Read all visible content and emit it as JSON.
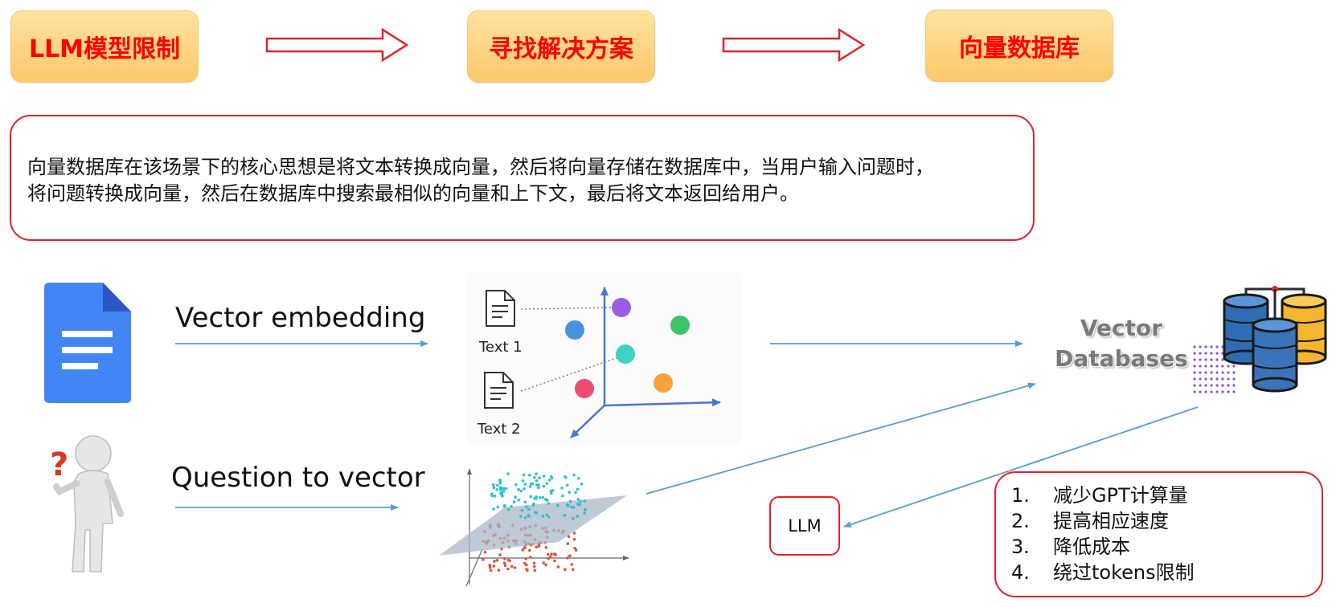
{
  "header": {
    "steps": [
      "LLM模型限制",
      "寻找解决方案",
      "向量数据库"
    ]
  },
  "description": {
    "line1": "向量数据库在该场景下的核心思想是将文本转换成向量，然后将向量存储在数据库中，当用户输入问题时，",
    "line2": "将问题转换成向量，然后在数据库中搜索最相似的向量和上下文，最后将文本返回给用户。"
  },
  "flow": {
    "vector_embedding_label": "Vector embedding",
    "question_to_vector_label": "Question to vector",
    "text1_label": "Text 1",
    "text2_label": "Text 2",
    "vector_db_line1": "Vector",
    "vector_db_line2": "Databases",
    "llm_label": "LLM"
  },
  "benefits": [
    {
      "num": "1.",
      "text": "减少GPT计算量"
    },
    {
      "num": "2.",
      "text": "提高相应速度"
    },
    {
      "num": "3.",
      "text": "降低成本"
    },
    {
      "num": "4.",
      "text": "绕过tokens限制"
    }
  ],
  "colors": {
    "accent_red": "#e8202a",
    "pill_fill": "#fcc86a",
    "connector_blue": "#5b9bd5",
    "doc_blue": "#4285f4",
    "axis_blue": "#4a72d9",
    "dot_purple": "#9b5de5",
    "dot_blue": "#4a90e2",
    "dot_green": "#3cc46a",
    "dot_teal": "#3fd2c7",
    "dot_pink": "#ef4a72",
    "dot_orange": "#f7a23a",
    "db_blue": "#2f6db3",
    "db_yellow": "#f5b52e"
  },
  "icons": [
    "document-icon",
    "question-person-icon",
    "text-file-icon",
    "database-stack-icon",
    "scatter-plane-icon"
  ]
}
